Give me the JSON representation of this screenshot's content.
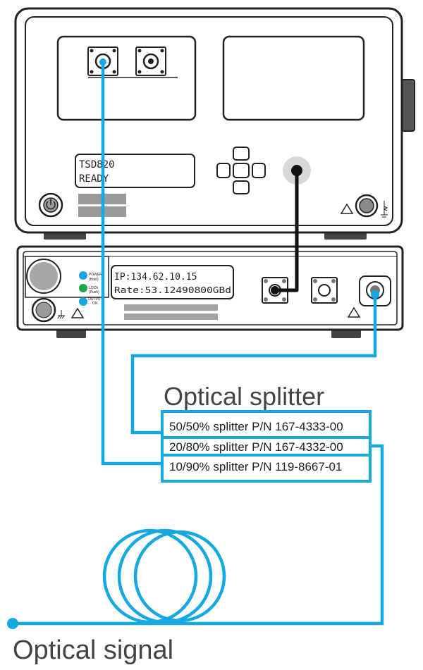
{
  "upper_unit": {
    "display_line1": "TSD820",
    "display_line2": "READY"
  },
  "lower_unit": {
    "display_line1": "IP:134.62.10.15",
    "display_line2": "Rate:53.12490800GBd",
    "led_labels": [
      "POWER",
      "(Hold)",
      "LOCK",
      "(Push)",
      "OUTPUT",
      "ON"
    ],
    "led_colors": {
      "power": "#17a7e0",
      "lock": "#1fa54a",
      "output": "#17a7e0"
    }
  },
  "splitter": {
    "title": "Optical splitter",
    "options": [
      "50/50% splitter P/N 167-4333-00",
      "20/80% splitter P/N 167-4332-00",
      "10/90% splitter P/N 119-8667-01"
    ]
  },
  "signal": {
    "label": "Optical signal"
  },
  "colors": {
    "fiber": "#16a9e1",
    "cable": "#111111",
    "outline": "#222222"
  }
}
